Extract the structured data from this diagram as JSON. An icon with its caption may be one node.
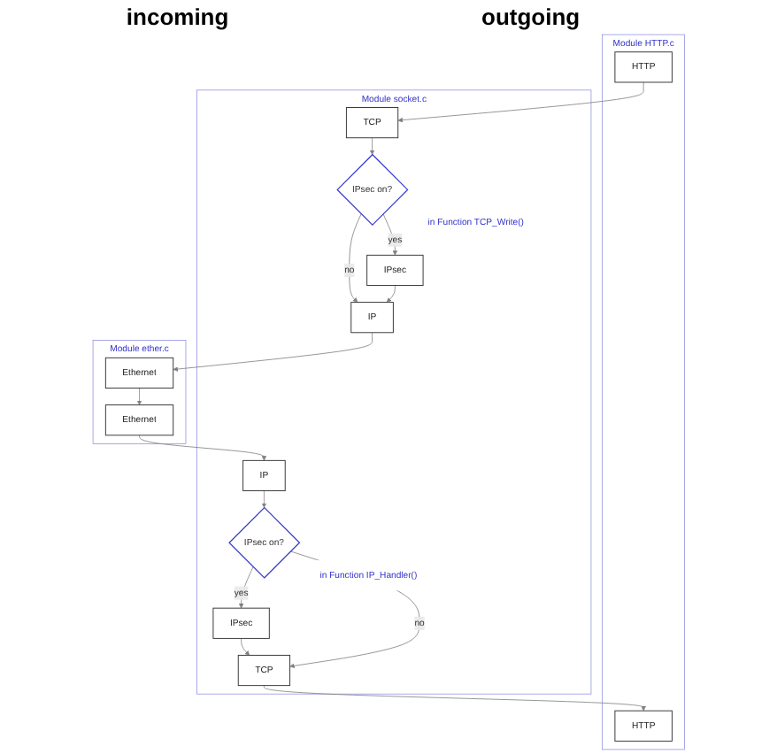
{
  "diagram": {
    "nodes": [
      {
        "text": [
          "Module HTTP.c"
        ]
      },
      {
        "text": [
          "HTTP"
        ],
        "in": 0
      },
      {
        "text": [
          "HTTP"
        ],
        "in": 0
      },
      {
        "text": [
          "Module socket.c"
        ]
      },
      {
        "text": [
          "TCP"
        ],
        "in": 3
      },
      {
        "text": [
          "TCP"
        ],
        "in": 3
      },
      {
        "text": [
          "IPsec"
        ],
        "in": 3
      },
      {
        "text": [
          "IPsec on?"
        ],
        "in": 3,
        "beside": [
          "in Function IP_Handler()"
        ]
      },
      {
        "text": [
          "IPsec on?"
        ],
        "in": 3,
        "beside": [
          "in Function TCP_Write()"
        ]
      },
      {
        "text": [
          "IPsec"
        ],
        "in": 3
      },
      {
        "text": [
          "IP"
        ],
        "in": 3
      },
      {
        "text": [
          "IP"
        ],
        "in": 3
      },
      {
        "text": [
          "Module ether.c"
        ]
      },
      {
        "text": [
          "Ethernet"
        ],
        "in": 12
      },
      {
        "text": [
          "Ethernet"
        ],
        "in": 12
      }
    ],
    "edges": [
      {
        "from": 4,
        "to": 1,
        "arrow": "to"
      },
      {
        "from": 2,
        "to": 5,
        "arrow": "to"
      },
      {
        "from": 6,
        "to": 4,
        "arrow": "to"
      },
      {
        "from": 7,
        "to": 6,
        "arrow": "to",
        "label": "yes"
      },
      {
        "from": 7,
        "to": 4,
        "arrow": "to",
        "label": "no"
      },
      {
        "from": 10,
        "to": 7,
        "arrow": "to"
      },
      {
        "from": 5,
        "to": 8,
        "arrow": "to"
      },
      {
        "from": 8,
        "to": 9,
        "arrow": "to",
        "label": "yes"
      },
      {
        "from": 8,
        "to": 11,
        "arrow": "to",
        "label": "no"
      },
      {
        "from": 9,
        "to": 11,
        "arrow": "to"
      },
      {
        "from": 11,
        "to": 14,
        "arrow": "to"
      },
      {
        "from": 14,
        "to": 13,
        "arrow": "to"
      },
      {
        "from": 13,
        "to": 10,
        "arrow": "to"
      }
    ],
    "labels": [
      "incoming",
      "outgoing"
    ]
  }
}
